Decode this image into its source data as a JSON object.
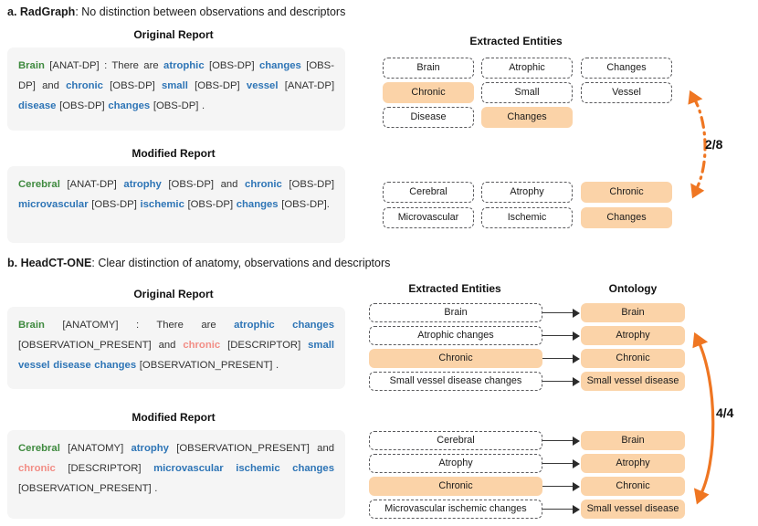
{
  "colors": {
    "anatomy": "#3f8a3f",
    "observation": "#2e75b6",
    "descriptor": "#f28d85",
    "highlight_fill": "#fbd3a8",
    "dashed_border": "#59595c",
    "report_bg": "#f5f5f5",
    "arrow_orange": "#ef7622",
    "arrow_black": "#2b2b2b"
  },
  "panel_a": {
    "label": "a. RadGraph",
    "lead": "a. RadGraph",
    "description": ": No distinction between observations and descriptors",
    "original_heading": "Original Report",
    "modified_heading": "Modified Report",
    "entities_heading": "Extracted Entities",
    "original_report": {
      "tokens": [
        {
          "t": "Brain",
          "c": "anatomy"
        },
        {
          "t": "[ANAT-DP]",
          "c": "tag"
        },
        {
          "t": ":",
          "c": "tag"
        },
        {
          "t": "There are",
          "c": "tag"
        },
        {
          "t": "atrophic",
          "c": "observation"
        },
        {
          "t": "[OBS-DP]",
          "c": "tag"
        },
        {
          "t": "changes",
          "c": "observation"
        },
        {
          "t": "[OBS-DP]",
          "c": "tag"
        },
        {
          "t": "and",
          "c": "tag"
        },
        {
          "t": "chronic",
          "c": "observation"
        },
        {
          "t": "[OBS-DP]",
          "c": "tag"
        },
        {
          "t": "small",
          "c": "observation"
        },
        {
          "t": "[OBS-DP]",
          "c": "tag"
        },
        {
          "t": "vessel",
          "c": "observation"
        },
        {
          "t": "[ANAT-DP]",
          "c": "tag"
        },
        {
          "t": "disease",
          "c": "observation"
        },
        {
          "t": "[OBS-DP]",
          "c": "tag"
        },
        {
          "t": "changes",
          "c": "observation"
        },
        {
          "t": "[OBS-DP] .",
          "c": "tag"
        }
      ]
    },
    "modified_report": {
      "tokens": [
        {
          "t": "Cerebral",
          "c": "anatomy"
        },
        {
          "t": "[ANAT-DP]",
          "c": "tag"
        },
        {
          "t": "atrophy",
          "c": "observation"
        },
        {
          "t": "[OBS-DP]",
          "c": "tag"
        },
        {
          "t": "and",
          "c": "tag"
        },
        {
          "t": "chronic",
          "c": "observation"
        },
        {
          "t": "[OBS-DP]",
          "c": "tag"
        },
        {
          "t": "microvascular",
          "c": "observation"
        },
        {
          "t": "[OBS-DP]",
          "c": "tag"
        },
        {
          "t": "ischemic",
          "c": "observation"
        },
        {
          "t": "[OBS-DP]",
          "c": "tag"
        },
        {
          "t": "changes",
          "c": "observation"
        },
        {
          "t": "[OBS-DP].",
          "c": "tag"
        }
      ]
    },
    "entities_original": [
      {
        "label": "Brain",
        "filled": false
      },
      {
        "label": "Atrophic",
        "filled": false
      },
      {
        "label": "Changes",
        "filled": false
      },
      {
        "label": "Chronic",
        "filled": true
      },
      {
        "label": "Small",
        "filled": false
      },
      {
        "label": "Vessel",
        "filled": false
      },
      {
        "label": "Disease",
        "filled": false
      },
      {
        "label": "Changes",
        "filled": true
      }
    ],
    "entities_modified": [
      {
        "label": "Cerebral",
        "filled": false
      },
      {
        "label": "Atrophy",
        "filled": false
      },
      {
        "label": "Chronic",
        "filled": true
      },
      {
        "label": "Microvascular",
        "filled": false
      },
      {
        "label": "Ischemic",
        "filled": false
      },
      {
        "label": "Changes",
        "filled": true
      }
    ],
    "match_ratio": "2/8"
  },
  "panel_b": {
    "label": "b. HeadCT-ONE",
    "lead": "b. HeadCT-ONE",
    "description": ": Clear distinction of anatomy, observations and descriptors",
    "original_heading": "Original Report",
    "modified_heading": "Modified Report",
    "entities_heading": "Extracted Entities",
    "ontology_heading": "Ontology",
    "original_report": {
      "tokens": [
        {
          "t": "Brain",
          "c": "anatomy"
        },
        {
          "t": "[ANATOMY]",
          "c": "tag"
        },
        {
          "t": ":",
          "c": "tag"
        },
        {
          "t": "There are",
          "c": "tag"
        },
        {
          "t": "atrophic changes",
          "c": "observation"
        },
        {
          "t": "[OBSERVATION_PRESENT]",
          "c": "tag"
        },
        {
          "t": "and",
          "c": "tag"
        },
        {
          "t": "chronic",
          "c": "descriptor"
        },
        {
          "t": "[DESCRIPTOR]",
          "c": "tag"
        },
        {
          "t": "small vessel disease changes",
          "c": "observation"
        },
        {
          "t": "[OBSERVATION_PRESENT] .",
          "c": "tag"
        }
      ]
    },
    "modified_report": {
      "tokens": [
        {
          "t": "Cerebral",
          "c": "anatomy"
        },
        {
          "t": "[ANATOMY]",
          "c": "tag"
        },
        {
          "t": "atrophy",
          "c": "observation"
        },
        {
          "t": "[OBSERVATION_PRESENT]",
          "c": "tag"
        },
        {
          "t": "and",
          "c": "tag"
        },
        {
          "t": "chronic",
          "c": "descriptor"
        },
        {
          "t": "[DESCRIPTOR]",
          "c": "tag"
        },
        {
          "t": "microvascular ischemic changes",
          "c": "observation"
        },
        {
          "t": "[OBSERVATION_PRESENT] .",
          "c": "tag"
        }
      ]
    },
    "mappings_original": [
      {
        "entity": "Brain",
        "entity_filled": false,
        "ontology": "Brain",
        "ontology_filled": true
      },
      {
        "entity": "Atrophic changes",
        "entity_filled": false,
        "ontology": "Atrophy",
        "ontology_filled": true
      },
      {
        "entity": "Chronic",
        "entity_filled": true,
        "ontology": "Chronic",
        "ontology_filled": true
      },
      {
        "entity": "Small vessel disease changes",
        "entity_filled": false,
        "ontology": "Small vessel disease",
        "ontology_filled": true
      }
    ],
    "mappings_modified": [
      {
        "entity": "Cerebral",
        "entity_filled": false,
        "ontology": "Brain",
        "ontology_filled": true
      },
      {
        "entity": "Atrophy",
        "entity_filled": false,
        "ontology": "Atrophy",
        "ontology_filled": true
      },
      {
        "entity": "Chronic",
        "entity_filled": true,
        "ontology": "Chronic",
        "ontology_filled": true
      },
      {
        "entity": "Microvascular ischemic changes",
        "entity_filled": false,
        "ontology": "Small vessel disease",
        "ontology_filled": true
      }
    ],
    "match_ratio": "4/4"
  }
}
